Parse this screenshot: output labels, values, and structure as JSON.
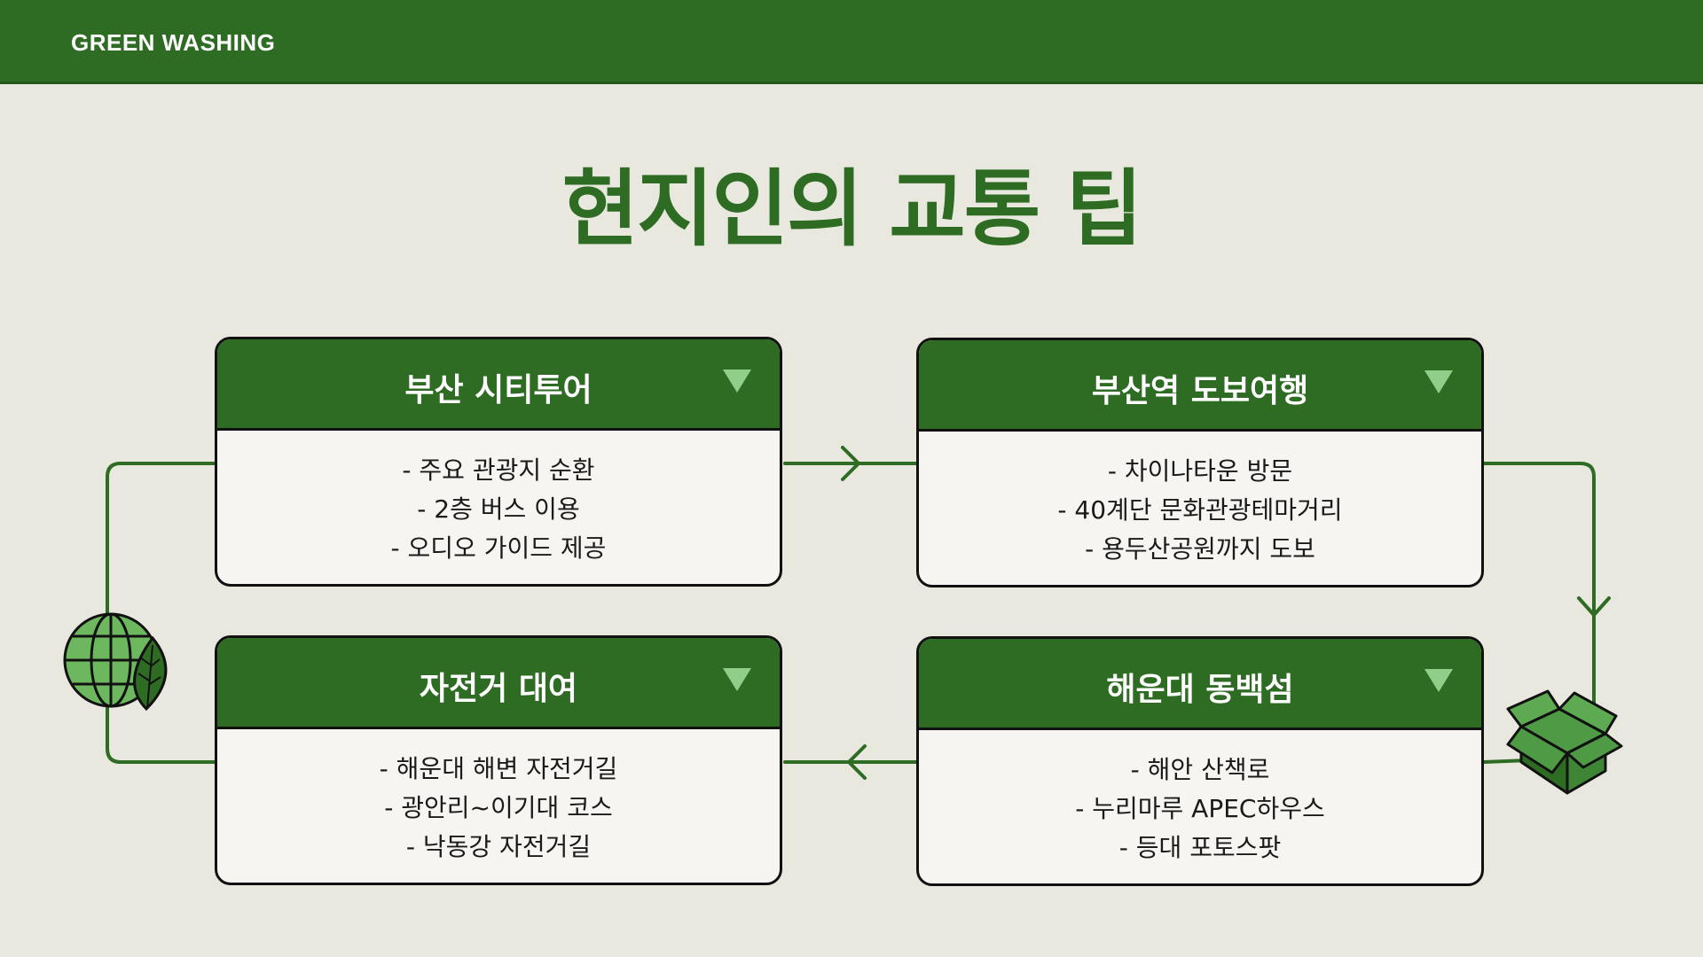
{
  "header": {
    "brand": "GREEN WASHING"
  },
  "page": {
    "title": "현지인의 교통 팁"
  },
  "colors": {
    "primary_green": "#2e6c24",
    "accent_green": "#8fcf8a",
    "background": "#e9e8df"
  },
  "icons": {
    "globe": "globe-with-leaf-icon",
    "box": "open-box-icon",
    "toggle": "triangle-down-icon"
  },
  "cards": [
    {
      "title": "부산 시티투어",
      "items": [
        "- 주요 관광지 순환",
        "- 2층 버스 이용",
        "- 오디오 가이드 제공"
      ]
    },
    {
      "title": "부산역 도보여행",
      "items": [
        "- 차이나타운 방문",
        "- 40계단 문화관광테마거리",
        "- 용두산공원까지 도보"
      ]
    },
    {
      "title": "자전거 대여",
      "items": [
        "- 해운대 해변 자전거길",
        "- 광안리~이기대 코스",
        "- 낙동강 자전거길"
      ]
    },
    {
      "title": "해운대 동백섬",
      "items": [
        "- 해안 산책로",
        "- 누리마루 APEC하우스",
        "- 등대 포토스팟"
      ]
    }
  ]
}
